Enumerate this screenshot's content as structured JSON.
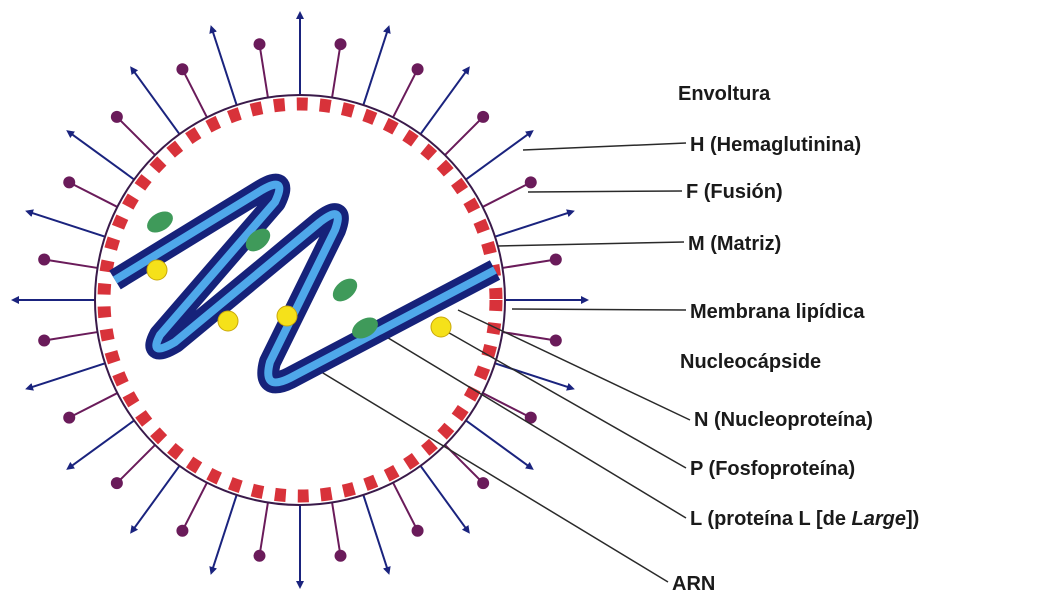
{
  "labels": {
    "envoltura": "Envoltura",
    "hemaglutinina": "H (Hemaglutinina)",
    "fusion": "F (Fusión)",
    "matriz": "M (Matriz)",
    "membrana": "Membrana lipídica",
    "nucleocapside": "Nucleocápside",
    "nucleoproteina": "N (Nucleoproteína)",
    "fosfoproteina": "P (Fosfoproteína)",
    "proteina_l_prefix": "L (proteína L [de ",
    "proteina_l_italic": "Large",
    "proteina_l_suffix": "])",
    "arn": "ARN"
  },
  "colors": {
    "envelope_line": "#3a1a4a",
    "membrane_dash": "#d8323a",
    "spike_h": "#1a237e",
    "spike_f": "#6a1b5a",
    "rna_dark": "#16227a",
    "rna_light": "#4fa8ea",
    "nucleoprotein": "#3f9a5a",
    "phosphoprotein": "#f5e11a",
    "leader": "#2a2a2a"
  },
  "icons": [
    "arrow-spike-icon",
    "ball-spike-icon"
  ]
}
